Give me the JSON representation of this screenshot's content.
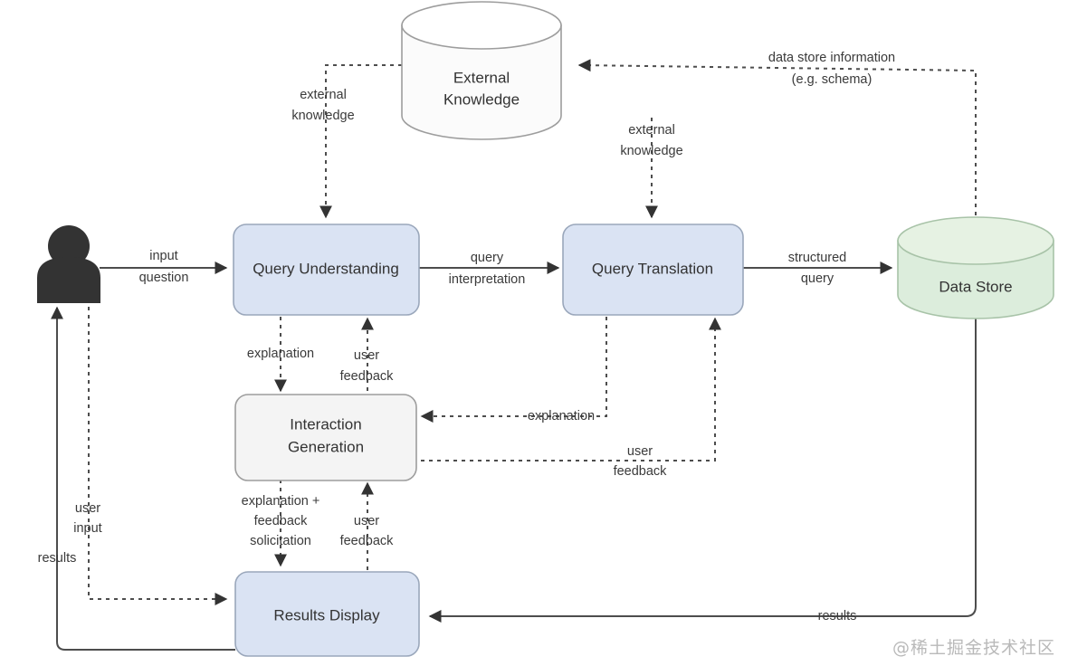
{
  "diagram": {
    "title": "Natural language query system architecture",
    "colors": {
      "process_box_fill": "#dae3f3",
      "process_box_stroke": "#9aa7bb",
      "interaction_box_fill": "#f4f4f4",
      "interaction_box_stroke": "#9d9d9d",
      "data_store_fill": "#dceddc",
      "data_store_stroke": "#a8c3a8",
      "external_knowledge_fill": "#fbfbfb",
      "external_knowledge_stroke": "#9d9d9d",
      "edge_color": "#4d4d4d",
      "actor_color": "#333333",
      "watermark_color": "#b9b9b9"
    },
    "nodes": {
      "actor": {
        "label": ""
      },
      "query_understanding": {
        "label": "Query Understanding"
      },
      "query_translation": {
        "label": "Query Translation"
      },
      "interaction_generation_line1": {
        "label": "Interaction"
      },
      "interaction_generation_line2": {
        "label": "Generation"
      },
      "results_display": {
        "label": "Results Display"
      },
      "external_knowledge_line1": {
        "label": "External"
      },
      "external_knowledge_line2": {
        "label": "Knowledge"
      },
      "data_store": {
        "label": "Data Store"
      }
    },
    "edge_labels": {
      "input_question_line1": "input",
      "input_question_line2": "question",
      "query_interpretation_line1": "query",
      "query_interpretation_line2": "interpretation",
      "structured_query_line1": "structured",
      "structured_query_line2": "query",
      "external_knowledge_left_line1": "external",
      "external_knowledge_left_line2": "knowledge",
      "external_knowledge_right_line1": "external",
      "external_knowledge_right_line2": "knowledge",
      "data_store_information_line1": "data store information",
      "data_store_information_line2": "(e.g. schema)",
      "explanation_qu": "explanation",
      "user_feedback_qu_line1": "user",
      "user_feedback_qu_line2": "feedback",
      "explanation_qt": "explanation",
      "user_feedback_qt_line1": "user",
      "user_feedback_qt_line2": "feedback",
      "explanation_feedback_solicitation_line1": "explanation +",
      "explanation_feedback_solicitation_line2": "feedback",
      "explanation_feedback_solicitation_line3": "solicitation",
      "user_feedback_rd_line1": "user",
      "user_feedback_rd_line2": "feedback",
      "user_input_line1": "user",
      "user_input_line2": "input",
      "results_left": "results",
      "results_bottom": "results"
    },
    "watermark": {
      "text": "@稀土掘金技术社区"
    }
  }
}
